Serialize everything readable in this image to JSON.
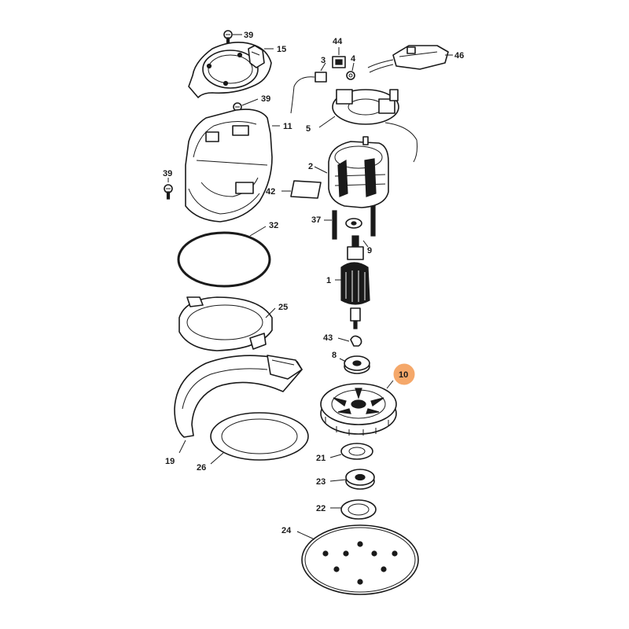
{
  "highlight_color": "#f5a86a",
  "highlighted_part": "10",
  "callouts": [
    {
      "id": "p39a",
      "label": "39"
    },
    {
      "id": "p15",
      "label": "15"
    },
    {
      "id": "p39b",
      "label": "39"
    },
    {
      "id": "p11",
      "label": "11"
    },
    {
      "id": "p39c",
      "label": "39"
    },
    {
      "id": "p32",
      "label": "32"
    },
    {
      "id": "p25",
      "label": "25"
    },
    {
      "id": "p19",
      "label": "19"
    },
    {
      "id": "p26",
      "label": "26"
    },
    {
      "id": "p44",
      "label": "44"
    },
    {
      "id": "p3",
      "label": "3"
    },
    {
      "id": "p4",
      "label": "4"
    },
    {
      "id": "p46",
      "label": "46"
    },
    {
      "id": "p5",
      "label": "5"
    },
    {
      "id": "p2",
      "label": "2"
    },
    {
      "id": "p42",
      "label": "42"
    },
    {
      "id": "p37",
      "label": "37"
    },
    {
      "id": "p9",
      "label": "9"
    },
    {
      "id": "p1",
      "label": "1"
    },
    {
      "id": "p43",
      "label": "43"
    },
    {
      "id": "p8",
      "label": "8"
    },
    {
      "id": "p10",
      "label": "10"
    },
    {
      "id": "p21",
      "label": "21"
    },
    {
      "id": "p23",
      "label": "23"
    },
    {
      "id": "p22",
      "label": "22"
    },
    {
      "id": "p24",
      "label": "24"
    }
  ]
}
